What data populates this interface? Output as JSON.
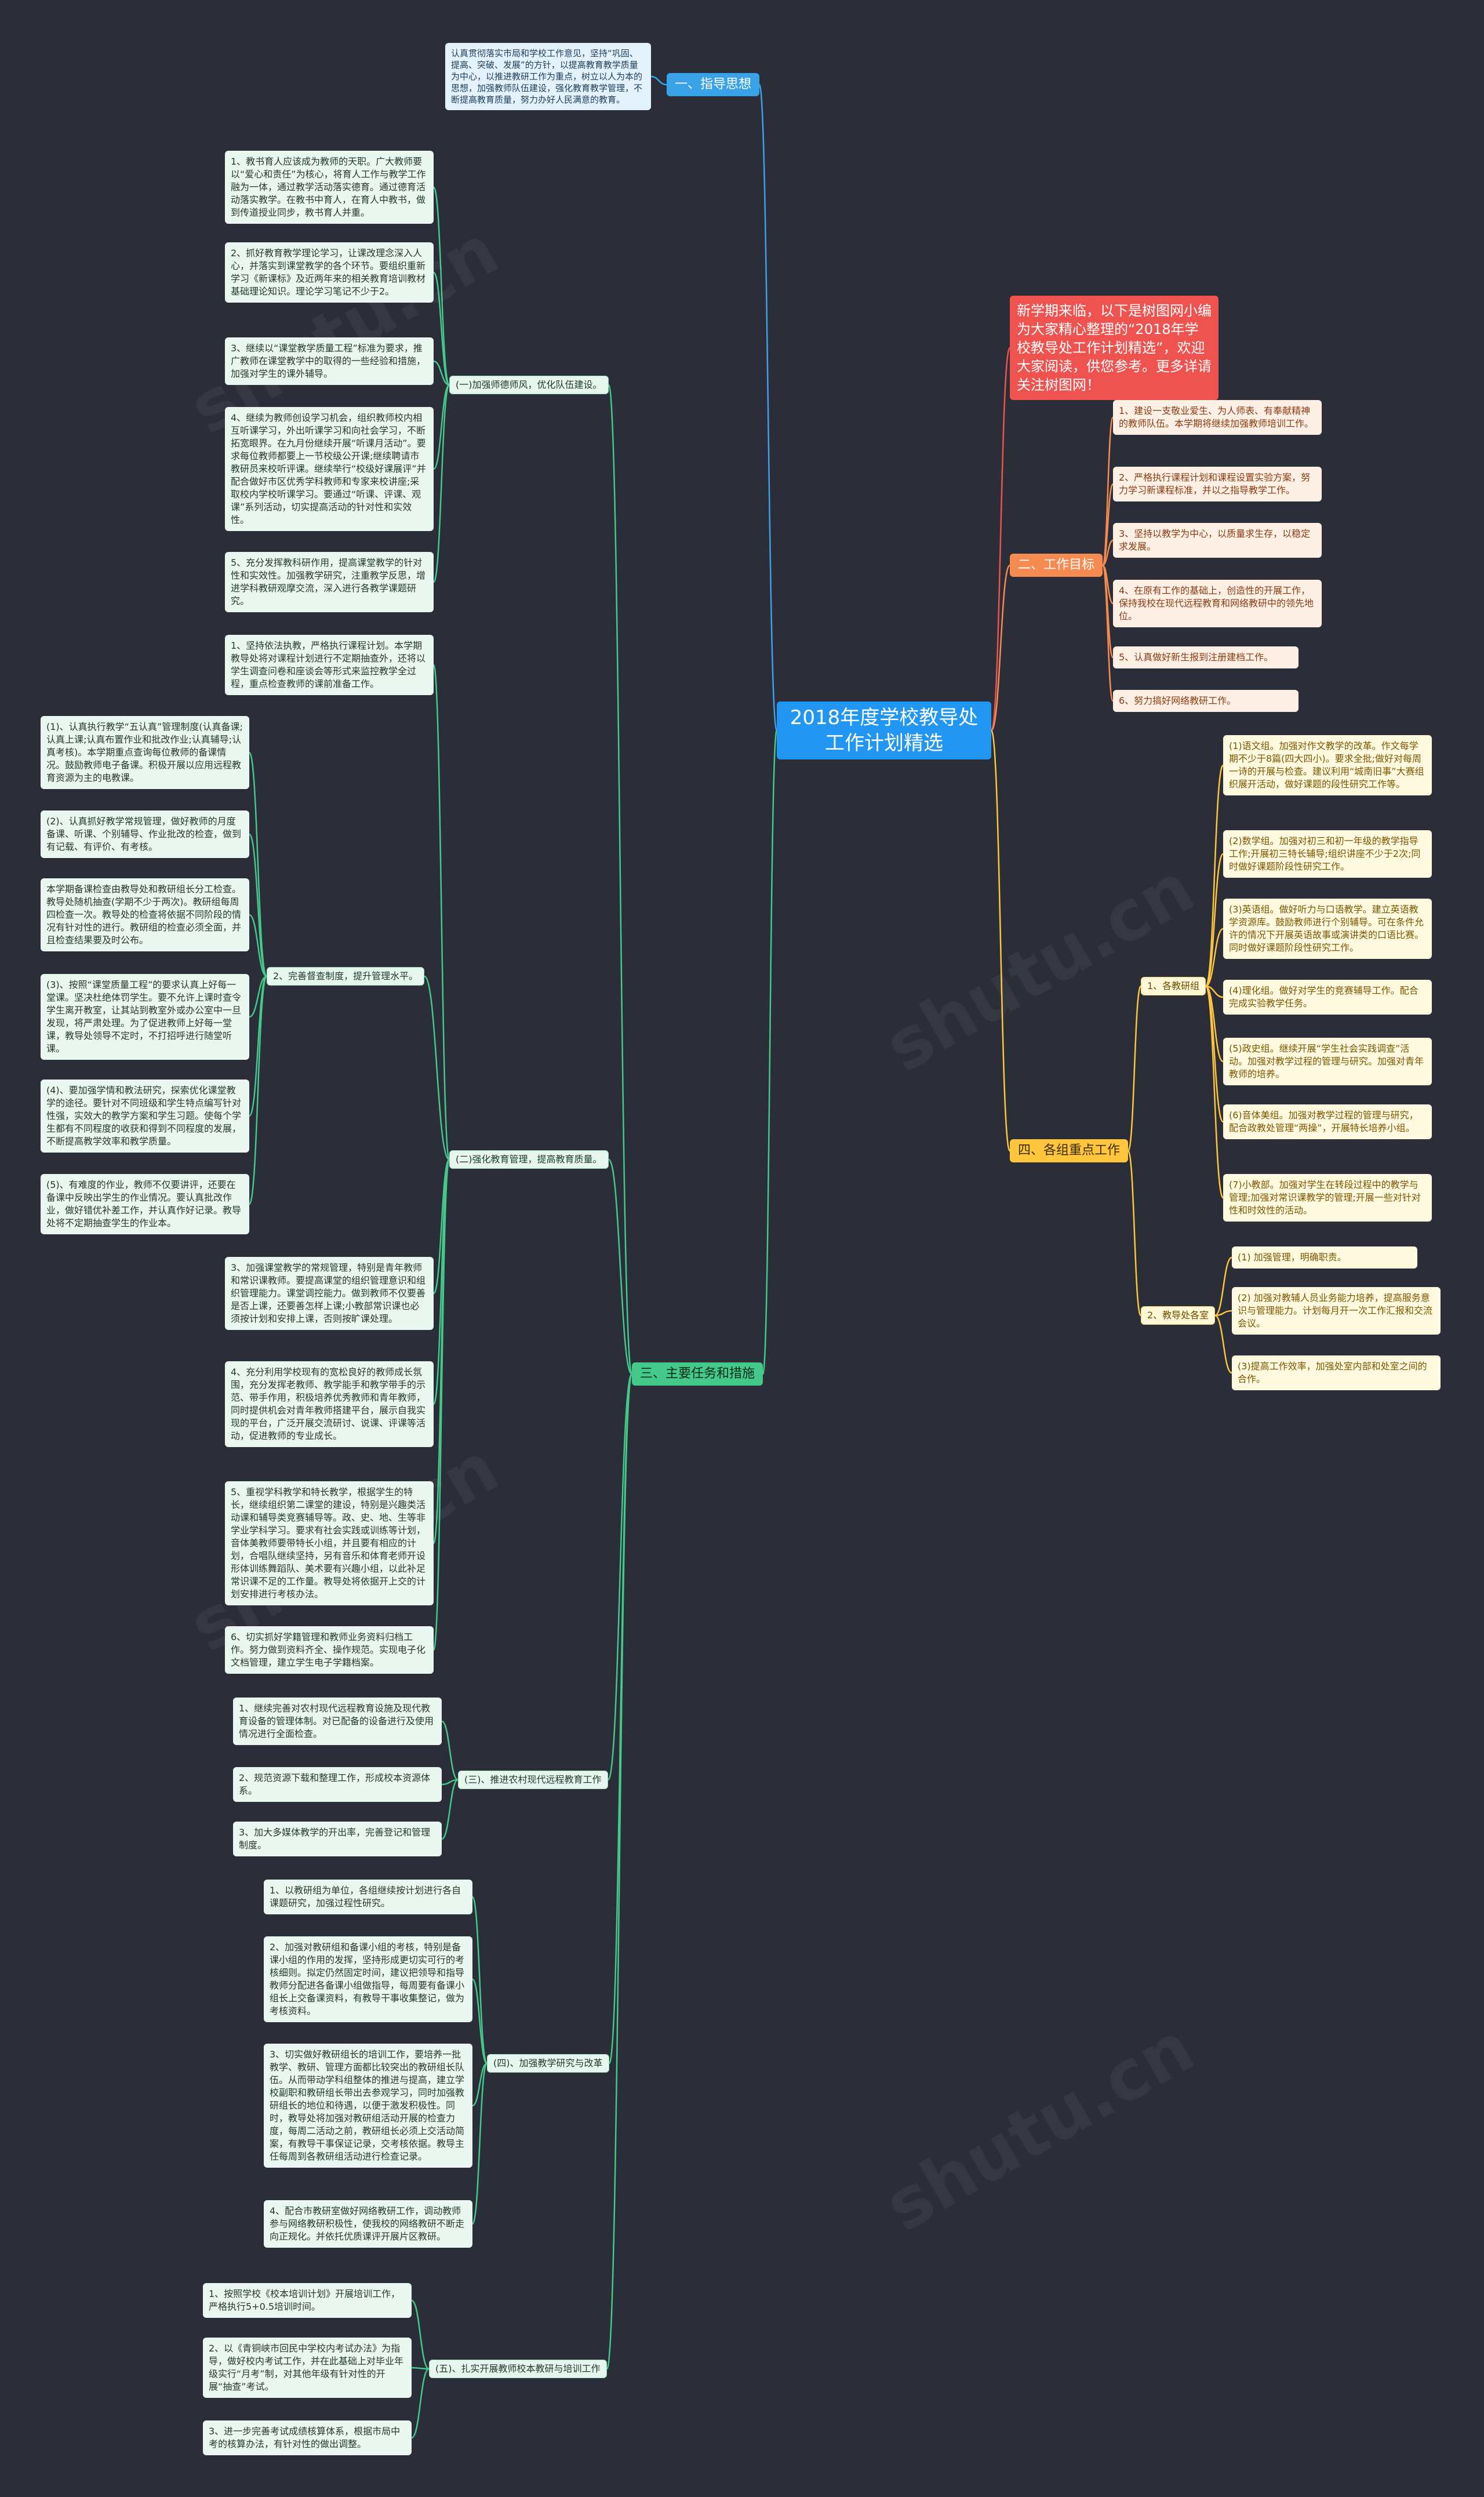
{
  "root": "2018年度学校教导处工作计划精选",
  "intro": "新学期来临，以下是树图网小编为大家精心整理的“2018年学校教导处工作计划精选”，欢迎大家阅读，供您参考。更多详请关注树图网！",
  "branches": {
    "b1": "一、指导思想",
    "b2": "二、工作目标",
    "b3": "三、主要任务和措施",
    "b4": "四、各组重点工作"
  },
  "guiding": "认真贯彻落实市局和学校工作意见，坚持“巩固、提高、突破、发展”的方针，以提高教育教学质量为中心，以推进教研工作为重点，树立以人为本的思想，加强教师队伍建设，强化教育教学管理，不断提高教育质量，努力办好人民满意的教育。",
  "goals": [
    "1、建设一支敬业爱生、为人师表、有奉献精神的教师队伍。本学期将继续加强教师培训工作。",
    "2、严格执行课程计划和课程设置实验方案，努力学习新课程标准，并以之指导教学工作。",
    "3、坚持以教学为中心，以质量求生存，以稳定求发展。",
    "4、在原有工作的基础上，创造性的开展工作，保持我校在现代远程教育和网络教研中的领先地位。",
    "5、认真做好新生报到注册建档工作。",
    "6、努力搞好网络教研工作。"
  ],
  "groups": {
    "g1": {
      "label": "1、各教研组",
      "items": [
        "(1)语文组。加强对作文教学的改革。作文每学期不少于8篇(四大四小)。要求全批;做好对每周一诗的开展与检查。建议利用“城南旧事”大赛组织展开活动，做好课题的段性研究工作等。",
        "(2)数学组。加强对初三和初一年级的教学指导工作;开展初三特长辅导;组织讲座不少于2次;同时做好课题阶段性研究工作。",
        "(3)英语组。做好听力与口语教学。建立英语教学资源库。鼓励教师进行个别辅导。可在条件允许的情况下开展英语故事或演讲类的口语比赛。同时做好课题阶段性研究工作。",
        "(4)理化组。做好对学生的竞赛辅导工作。配合完成实验教学任务。",
        "(5)政史组。继续开展“学生社会实践调查”活动。加强对教学过程的管理与研究。加强对青年教师的培养。",
        "(6)音体美组。加强对教学过程的管理与研究，配合政教处管理“两操”，开展特长培养小组。",
        "(7)小教部。加强对学生在转段过程中的教学与管理;加强对常识课教学的管理;开展一些对针对性和时效性的活动。"
      ]
    },
    "g2": {
      "label": "2、教导处各室",
      "items": [
        "(1) 加强管理，明确职责。",
        "(2) 加强对教辅人员业务能力培养，提高服务意识与管理能力。计划每月开一次工作汇报和交流会议。",
        "(3)提高工作效率，加强处室内部和处室之间的合作。"
      ]
    }
  },
  "tasks": {
    "t1": {
      "label": "(一)加强师德师风，优化队伍建设。",
      "items": [
        "1、教书育人应该成为教师的天职。广大教师要以“爱心和责任”为核心，将育人工作与教学工作融为一体，通过教学活动落实德育。通过德育活动落实教学。在教书中育人，在育人中教书，做到传道授业同步，教书育人并重。",
        "2、抓好教育教学理论学习，让课改理念深入人心，并落实到课堂教学的各个环节。要组织重新学习《新课标》及近两年来的相关教育培训教材基础理论知识。理论学习笔记不少于2。",
        "3、继续以“课堂教学质量工程”标准为要求，推广教师在课堂教学中的取得的一些经验和措施，加强对学生的课外辅导。",
        "4、继续为教师创设学习机会，组织教师校内相互听课学习，外出听课学习和向社会学习，不断拓宽眼界。在九月份继续开展“听课月活动”。要求每位教师都要上一节校级公开课;继续聘请市教研员来校听评课。继续举行“校级好课展评”并配合做好市区优秀学科教师和专家来校讲座;采取校内学校听课学习。要通过“听课、评课、观课”系列活动，切实提高活动的针对性和实效性。",
        "5、充分发挥教科研作用，提高课堂教学的针对性和实效性。加强教学研究，注重教学反思，增进学科教研观摩交流，深入进行各教学课题研究。"
      ]
    },
    "t2": {
      "label": "(二)强化教育管理，提高教育质量。",
      "items_top": [
        "1、坚持依法执教，严格执行课程计划。本学期教导处将对课程计划进行不定期抽查外，还将以学生调查问卷和座谈会等形式来监控教学全过程，重点检查教师的课前准备工作。"
      ],
      "sub2": {
        "label": "2、完善督查制度，提升管理水平。",
        "items": [
          "(1)、认真执行教学“五认真”管理制度(认真备课;认真上课;认真布置作业和批改作业;认真辅导;认真考核)。本学期重点查询每位教师的备课情况。鼓励教师电子备课。积极开展以应用远程教育资源为主的电教课。",
          "(2)、认真抓好教学常规管理，做好教师的月度备课、听课、个别辅导、作业批改的检查，做到有记载、有评价、有考核。",
          "本学期备课检查由教导处和教研组长分工检查。教导处随机抽查(学期不少于两次)。教研组每周四检查一次。教导处的检查将依据不同阶段的情况有针对性的进行。教研组的检查必须全面，并且检查结果要及时公布。",
          "(3)、按照“课堂质量工程”的要求认真上好每一堂课。坚决杜绝体罚学生。要不允许上课时查令学生离开教室，让其站到教室外或办公室中一旦发现，将严肃处理。为了促进教师上好每一堂课，教导处领导不定时，不打招呼进行随堂听课。",
          "(4)、要加强学情和教法研究，探索优化课堂教学的途径。要针对不同班级和学生特点编写针对性强，实效大的教学方案和学生习题。使每个学生都有不同程度的收获和得到不同程度的发展，不断提高教学效率和教学质量。",
          "(5)、有难度的作业，教师不仅要讲评，还要在备课中反映出学生的作业情况。要认真批改作业，做好错优补差工作，并认真作好记录。教导处将不定期抽查学生的作业本。"
        ]
      },
      "items_bottom": [
        "3、加强课堂教学的常规管理，特别是青年教师和常识课教师。要提高课堂的组织管理意识和组织管理能力。课堂调控能力。做到教师不仅要善是否上课，还要善怎样上课;小教部常识课也必须按计划和安排上课，否则按旷课处理。",
        "4、充分利用学校现有的宽松良好的教师成长氛围，充分发挥老教师、教学能手和教学带手的示范、带手作用，积极培养优秀教师和青年教师，同时提供机会对青年教师搭建平台，展示自我实现的平台，广泛开展交流研讨、说课、评课等活动，促进教师的专业成长。",
        "5、重视学科教学和特长教学，根据学生的特长，继续组织第二课堂的建设，特别是兴趣类活动课和辅导类竞赛辅导等。政、史、地、生等非学业学科学习。要求有社会实践或训练等计划，音体美教师要带特长小组，并且要有相应的计划，合唱队继续坚持，另有音乐和体育老师开设形体训练舞蹈队、美术要有兴趣小组，以此补足常识课不足的工作量。教导处将依据开上交的计划安排进行考核办法。",
        "6、切实抓好学籍管理和教师业务资料归档工作。努力做到资料齐全、操作规范。实现电子化文档管理，建立学生电子学籍档案。"
      ]
    },
    "t3": {
      "label": "(三)、推进农村现代远程教育工作",
      "items": [
        "1、继续完善对农村现代远程教育设施及现代教育设备的管理体制。对已配备的设备进行及使用情况进行全面检查。",
        "2、规范资源下载和整理工作，形成校本资源体系。",
        "3、加大多媒体教学的开出率，完善登记和管理制度。"
      ]
    },
    "t4": {
      "label": "(四)、加强教学研究与改革",
      "items": [
        "1、以教研组为单位，各组继续按计划进行各自课题研究，加强过程性研究。",
        "2、加强对教研组和备课小组的考核，特别是备课小组的作用的发挥，坚持形成更切实可行的考核细则。拟定仍然固定时间，建议把领导和指导教师分配进各备课小组做指导，每周要有备课小组长上交备课资料，有教导干事收集整记，做为考核资料。",
        "3、切实做好教研组长的培训工作，要培养一批教学、教研、管理方面都比较突出的教研组长队伍。从而带动学科组整体的推进与提高，建立学校副职和教研组长带出去参观学习，同时加强教研组长的地位和待遇，以便于激发积极性。同时，教导处将加强对教研组活动开展的检查力度，每周二活动之前，教研组长必须上交活动简案，有教导干事保证记录，交考核依据。教导主任每周到各教研组活动进行检查记录。",
        "4、配合市教研室做好网络教研工作，调动教师参与网络教研积极性，使我校的网络教研不断走向正规化。并依托优质课评开展片区教研。"
      ]
    },
    "t5": {
      "label": "(五)、扎实开展教师校本教研与培训工作",
      "items": [
        "1、按照学校《校本培训计划》开展培训工作，严格执行5+0.5培训时间。",
        "2、以《青铜峡市回民中学校内考试办法》为指导，做好校内考试工作，并在此基础上对毕业年级实行“月考”制，对其他年级有针对性的开展“抽查”考试。",
        "3、进一步完善考试成绩核算体系，根据市局中考的核算办法，有针对性的做出调整。"
      ]
    }
  },
  "colors": {
    "background": "#2b2e38",
    "root": "#2196f3",
    "intro": "#ef5350",
    "branch_blue": "#3aa3e8",
    "branch_orange": "#f68b52",
    "branch_yellow": "#ffc53d",
    "branch_green": "#43c98a"
  }
}
